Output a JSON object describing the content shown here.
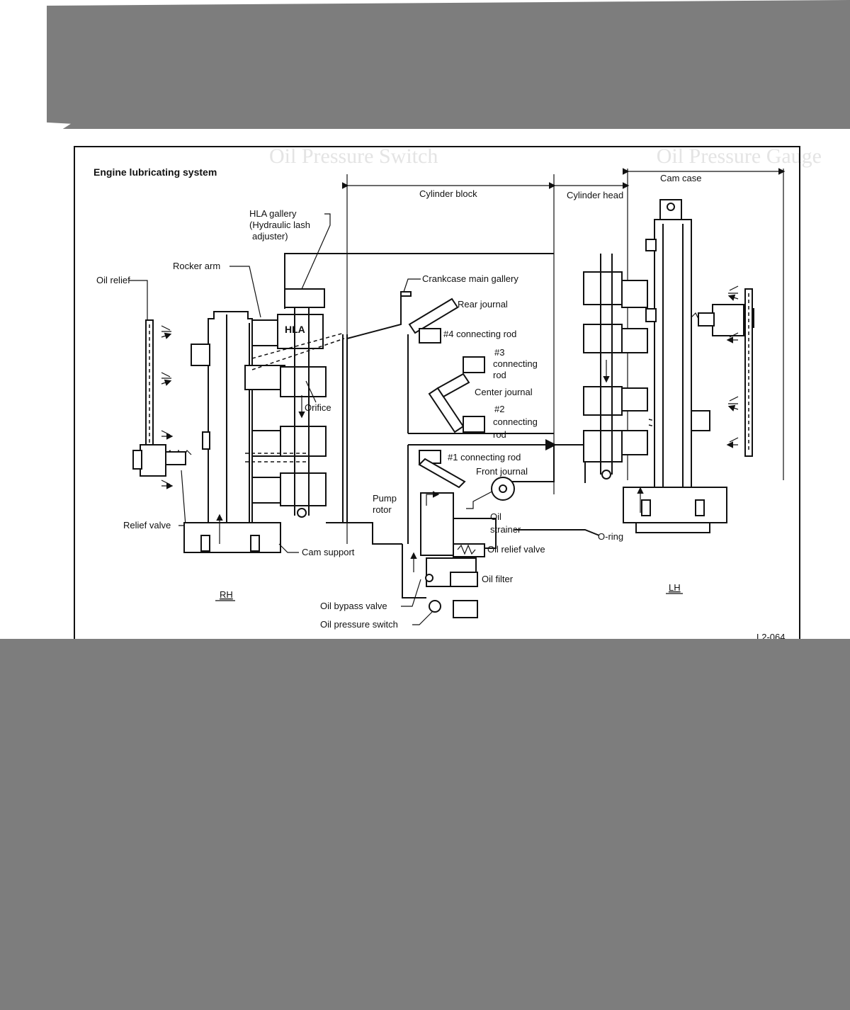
{
  "diagram": {
    "title": "Engine lubricating system",
    "figure_id": "L2-064",
    "sections": {
      "cylinder_block": "Cylinder block",
      "cylinder_head": "Cylinder head",
      "cam_case": "Cam case"
    },
    "sides": {
      "rh": "RH",
      "lh": "LH"
    },
    "labels": {
      "hla_gallery": "HLA gallery",
      "hla_gallery_detail": "(Hydraulic lash",
      "hla_gallery_detail2": "adjuster)",
      "rocker_arm": "Rocker arm",
      "oil_relief": "Oil relief",
      "hla": "HLA",
      "orifice": "Orifice",
      "relief_valve": "Relief valve",
      "cam_support": "Cam support",
      "crankcase_main_gallery": "Crankcase main gallery",
      "rear_journal": "Rear journal",
      "connecting_rod_4": "#4 connecting rod",
      "connecting_rod_3_a": "#3",
      "connecting_rod_3_b": "connecting",
      "connecting_rod_3_c": "rod",
      "center_journal": "Center journal",
      "connecting_rod_2_a": "#2",
      "connecting_rod_2_b": "connecting",
      "connecting_rod_2_c": "rod",
      "connecting_rod_1": "#1 connecting rod",
      "front_journal": "Front journal",
      "pump_rotor_a": "Pump",
      "pump_rotor_b": "rotor",
      "oil_strainer_a": "Oil",
      "oil_strainer_b": "strainer",
      "oil_relief_valve": "Oil relief valve",
      "oil_filter": "Oil filter",
      "oil_bypass_valve": "Oil bypass valve",
      "oil_pressure_switch": "Oil pressure switch",
      "o_ring": "O-ring"
    }
  }
}
